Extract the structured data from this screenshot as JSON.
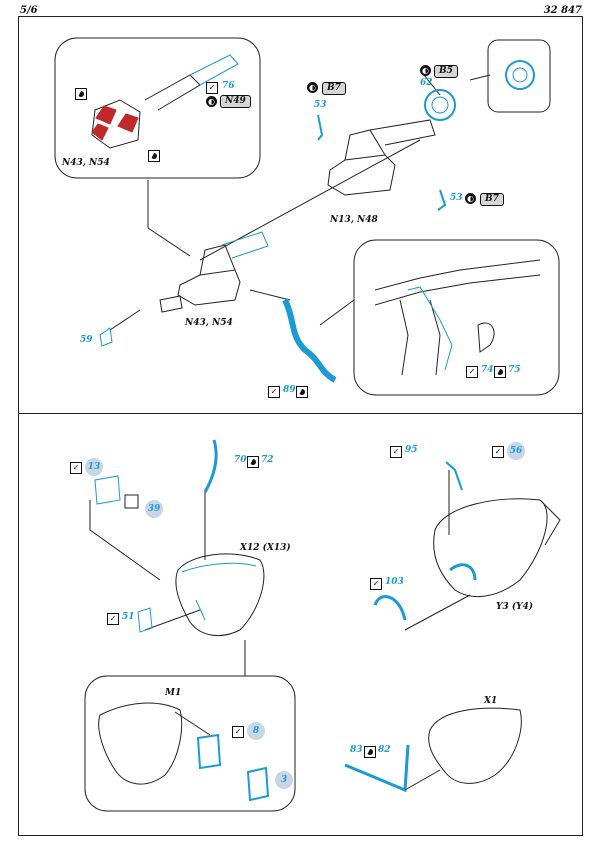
{
  "header": {
    "page": "5/6",
    "code": "32 847"
  },
  "top": {
    "label_n43_n54_inset": "N43, N54",
    "label_n13_n48": "N13, N48",
    "label_n43_n54_main": "N43, N54",
    "p76": "76",
    "p59": "59",
    "p53a": "53",
    "p53b": "53",
    "p62": "62",
    "p89": "89",
    "p74": "74",
    "p75": "75",
    "tag_n49": "N49",
    "tag_b7a": "B7",
    "tag_b7b": "B7",
    "tag_b5": "B5"
  },
  "bottom": {
    "label_x12": "X12 (X13)",
    "label_y3": "Y3 (Y4)",
    "label_m1": "M1",
    "label_x1": "X1",
    "p13": "13",
    "p39": "39",
    "p70": "70",
    "p72": "72",
    "p51": "51",
    "p95": "95",
    "p56": "56",
    "p103": "103",
    "p8": "8",
    "p3": "3",
    "p83": "83",
    "p82": "82"
  },
  "colors": {
    "etch": "#1a9ad6",
    "resin": "#c0282a",
    "bubble": "#c9d6e6"
  }
}
